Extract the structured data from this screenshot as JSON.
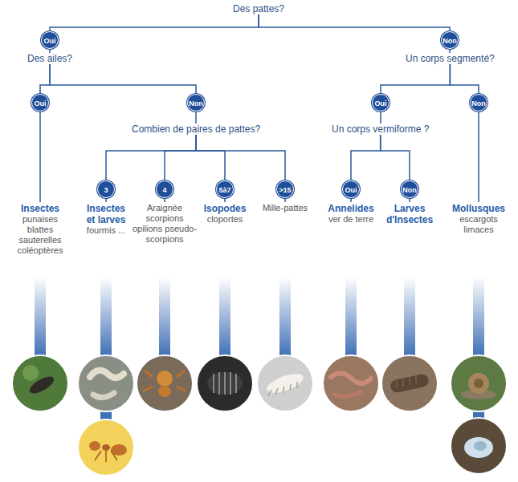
{
  "diagram": {
    "nodes": [
      {
        "text": [
          "Des pattes?"
        ]
      },
      {
        "text": [
          "Oui"
        ]
      },
      {
        "text": [
          "Non"
        ]
      },
      {
        "text": [
          "Des ailes?"
        ]
      },
      {
        "text": [
          "Un corps segmenté?"
        ]
      },
      {
        "text": [
          "Oui"
        ]
      },
      {
        "text": [
          "Non"
        ]
      },
      {
        "text": [
          "Oui"
        ]
      },
      {
        "text": [
          "Non"
        ]
      },
      {
        "text": [
          "Combien de paires de pattes?"
        ]
      },
      {
        "text": [
          "Un corps vermiforme ?"
        ]
      },
      {
        "text": [
          "3"
        ]
      },
      {
        "text": [
          "4"
        ]
      },
      {
        "text": [
          "5à7"
        ]
      },
      {
        "text": [
          ">15"
        ]
      },
      {
        "text": [
          "Oui"
        ]
      },
      {
        "text": [
          "Non"
        ]
      },
      {
        "text": [
          "Insectes",
          "punaises blattes sauterelles coléoptères"
        ]
      },
      {
        "text": [
          "Insectes et larves",
          "fourmis ..."
        ]
      },
      {
        "text": [
          "Araignée scorpions opilions pseudo-scorpions"
        ]
      },
      {
        "text": [
          "Isopodes",
          "cloportes"
        ]
      },
      {
        "text": [
          "Mille-pattes"
        ]
      },
      {
        "text": [
          "Annelides",
          "ver de terre"
        ]
      },
      {
        "text": [
          "Larves d'Insectes"
        ]
      },
      {
        "text": [
          "Mollusques",
          "escargots limaces"
        ]
      }
    ],
    "edges": [
      {
        "from": 0,
        "to": 1,
        "arrow": "none"
      },
      {
        "from": 0,
        "to": 2,
        "arrow": "none"
      },
      {
        "from": 1,
        "to": 3,
        "arrow": "none"
      },
      {
        "from": 2,
        "to": 4,
        "arrow": "none"
      },
      {
        "from": 3,
        "to": 5,
        "arrow": "none"
      },
      {
        "from": 3,
        "to": 6,
        "arrow": "none"
      },
      {
        "from": 4,
        "to": 7,
        "arrow": "none"
      },
      {
        "from": 4,
        "to": 8,
        "arrow": "none"
      },
      {
        "from": 5,
        "to": 17,
        "arrow": "none"
      },
      {
        "from": 6,
        "to": 9,
        "arrow": "none"
      },
      {
        "from": 9,
        "to": 11,
        "arrow": "none"
      },
      {
        "from": 9,
        "to": 12,
        "arrow": "none"
      },
      {
        "from": 9,
        "to": 13,
        "arrow": "none"
      },
      {
        "from": 9,
        "to": 14,
        "arrow": "none"
      },
      {
        "from": 7,
        "to": 10,
        "arrow": "none"
      },
      {
        "from": 8,
        "to": 24,
        "arrow": "none"
      },
      {
        "from": 10,
        "to": 15,
        "arrow": "none"
      },
      {
        "from": 10,
        "to": 16,
        "arrow": "none"
      },
      {
        "from": 11,
        "to": 18,
        "arrow": "none"
      },
      {
        "from": 12,
        "to": 19,
        "arrow": "none"
      },
      {
        "from": 13,
        "to": 20,
        "arrow": "none"
      },
      {
        "from": 14,
        "to": 21,
        "arrow": "none"
      },
      {
        "from": 15,
        "to": 22,
        "arrow": "none"
      },
      {
        "from": 16,
        "to": 23,
        "arrow": "none"
      }
    ]
  }
}
